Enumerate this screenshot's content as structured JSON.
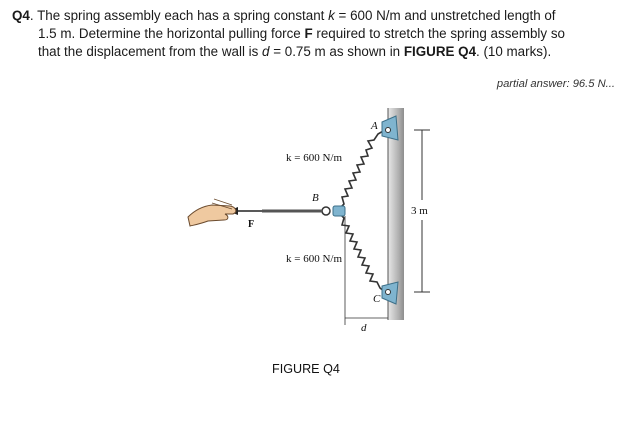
{
  "question": {
    "number": "Q4",
    "line1_rest": ". The spring assembly each has a spring constant ",
    "k_sym": "k",
    "line1_eq": " = 600 N/m and unstretched length of",
    "line2": "1.5 m. Determine the horizontal pulling force ",
    "force_sym": "F",
    "line2_rest": " required to stretch the spring assembly so",
    "line3": "that the displacement from the wall is ",
    "d_sym": "d",
    "line3_eq": " = 0.75 m as shown in ",
    "figure_ref": "FIGURE Q4",
    "marks": ". (10 marks)."
  },
  "answer": "partial answer: 96.5 N...",
  "figure": {
    "label_top_spring": "k = 600 N/m",
    "label_bottom_spring": "k = 600 N/m",
    "point_a": "A",
    "point_b": "B",
    "point_c": "C",
    "force_label": "F",
    "distance_label": "3 m",
    "displacement_label": "d",
    "caption": "FIGURE Q4"
  }
}
